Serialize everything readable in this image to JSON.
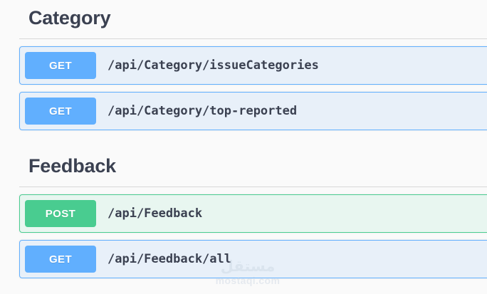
{
  "page": {
    "background_color": "#fafafa",
    "text_color": "#3b4151"
  },
  "colors": {
    "get_badge": "#61affe",
    "get_row_background": "#e8f0f9",
    "post_badge": "#49cc90",
    "post_row_background": "#e8f6f0",
    "divider": "#d8d8d8"
  },
  "sections": [
    {
      "title": "Category",
      "operations": [
        {
          "method": "GET",
          "path": "/api/Category/issueCategories"
        },
        {
          "method": "GET",
          "path": "/api/Category/top-reported"
        }
      ]
    },
    {
      "title": "Feedback",
      "operations": [
        {
          "method": "POST",
          "path": "/api/Feedback"
        },
        {
          "method": "GET",
          "path": "/api/Feedback/all"
        }
      ]
    }
  ],
  "watermark": {
    "arabic": "مستقل",
    "latin": "mostaqi.com"
  }
}
